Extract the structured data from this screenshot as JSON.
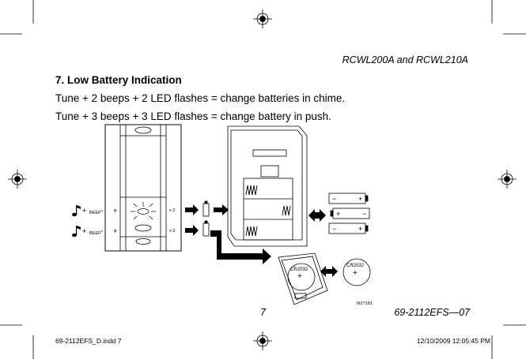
{
  "header": {
    "title": "RCWL200A and RCWL210A"
  },
  "section": {
    "title": "7. Low Battery Indication",
    "lines": [
      "Tune + 2 beeps + 2 LED flashes = change batteries in chime.",
      "Tune + 3 beeps + 3 LED flashes = change battery in push."
    ]
  },
  "figure": {
    "beep_label": "BEEP",
    "beep_sup": "n",
    "plus": "+",
    "count_2": "x 2",
    "count_3": "x 3",
    "coin_cell": "CR2032",
    "code": "M27181"
  },
  "footer": {
    "page": "7",
    "doc_number": "69-2112EFS—07",
    "file": "69-2112EFS_D.indd   7",
    "timestamp": "12/10/2009   12:05:45 PM"
  }
}
